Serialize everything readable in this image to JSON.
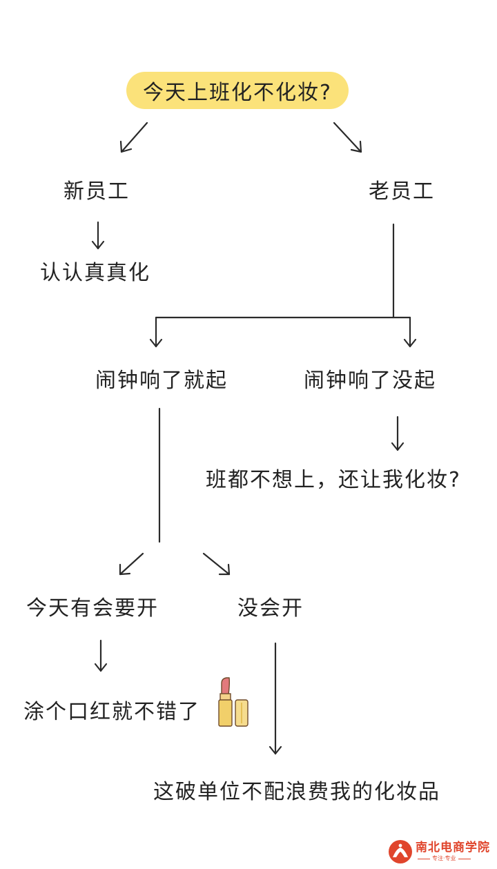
{
  "flow": {
    "root": "今天上班化不化妆?",
    "new_employee": "新员工",
    "old_employee": "老员工",
    "new_result": "认认真真化",
    "alarm_got_up": "闹钟响了就起",
    "alarm_not_up": "闹钟响了没起",
    "not_up_result": "班都不想上，还让我化妆?",
    "has_meeting": "今天有会要开",
    "no_meeting": "没会开",
    "meeting_result": "涂个口红就不错了",
    "no_meeting_result": "这破单位不配浪费我的化妆品"
  },
  "logo": {
    "title": "南北电商学院",
    "subtitle": "专注·专业"
  },
  "colors": {
    "highlight": "#fbe27a",
    "line": "#2a2a2a",
    "brand": "#e0452c"
  }
}
